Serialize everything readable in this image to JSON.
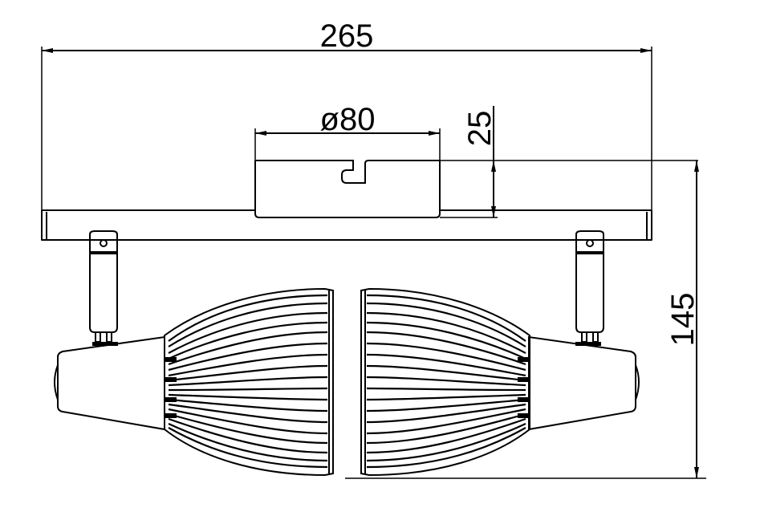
{
  "diagram": {
    "type": "technical-drawing",
    "subject": "twin ceiling spotlight bar",
    "colors": {
      "line": "#000000",
      "background": "#ffffff"
    },
    "dimensions": {
      "overall_width": {
        "label": "265"
      },
      "canopy_diameter": {
        "label": "ø80"
      },
      "canopy_height": {
        "label": "25"
      },
      "overall_height": {
        "label": "145"
      }
    },
    "components": [
      {
        "name": "mounting-bar"
      },
      {
        "name": "ceiling-canopy"
      },
      {
        "name": "left-spot-head"
      },
      {
        "name": "right-spot-head"
      }
    ]
  }
}
